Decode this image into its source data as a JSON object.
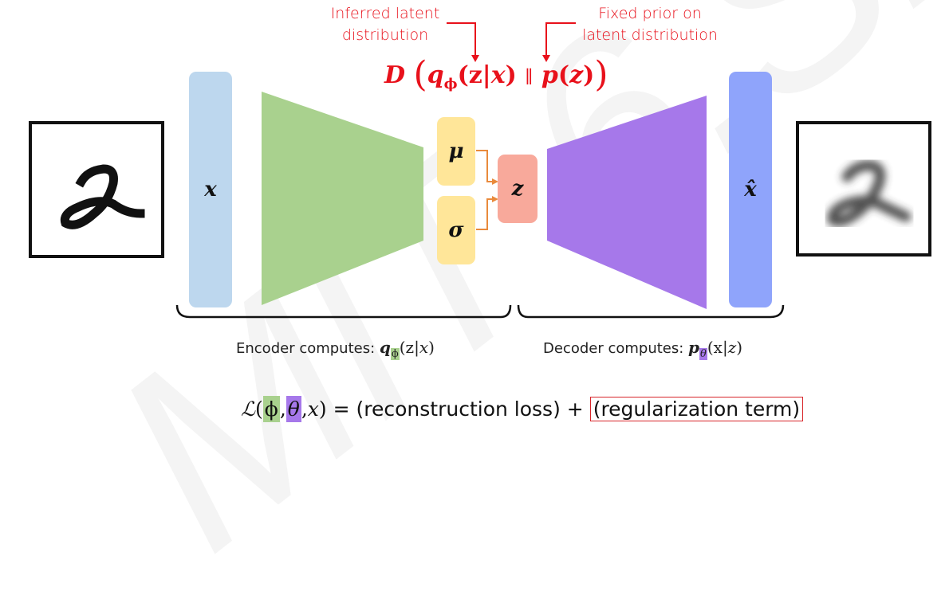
{
  "watermark": "MIT 6.S191",
  "annotations": {
    "inferred": [
      "Inferred latent",
      "distribution"
    ],
    "prior": [
      "Fixed prior on",
      "latent distribution"
    ]
  },
  "divergence": {
    "D": "D",
    "q": "q",
    "q_sub": "ϕ",
    "z_given_x_open": "(z|",
    "x": "x",
    "close": ")",
    "parallel": "∥",
    "p": "p",
    "pz_open": "(",
    "z": "z",
    "pz_close": ")"
  },
  "nodes": {
    "input": "x",
    "mu": "μ",
    "sigma": "σ",
    "latent": "z",
    "output": "x̂"
  },
  "colors": {
    "input_bar": "#bdd7ee",
    "encoder": "#a9d18e",
    "mu_sigma": "#ffe699",
    "latent": "#f8a99b",
    "decoder": "#a678ea",
    "output_bar": "#8fa4fb",
    "accent_red": "#e8111b",
    "arrow_orange": "#e98a3c"
  },
  "captions": {
    "encoder_prefix": "Encoder computes: ",
    "encoder_q": "q",
    "encoder_sub": "ϕ",
    "encoder_args_a": "(z|",
    "encoder_args_x": "x",
    "encoder_args_b": ")",
    "decoder_prefix": "Decoder computes: ",
    "decoder_p": "p",
    "decoder_sub": "θ",
    "decoder_args": "(x|",
    "decoder_z": "z",
    "decoder_close": ")"
  },
  "loss": {
    "L": "ℒ",
    "open": "(",
    "phi": "ϕ",
    "comma1": ",",
    "theta": "θ",
    "comma2": ",",
    "x": "x",
    "close": ")",
    "equals": " = ",
    "reconstruction": "(reconstruction loss)",
    "plus": " + ",
    "regularization": "(regularization term)"
  },
  "images": {
    "input_digit": "handwritten digit 2",
    "output_digit": "reconstructed blurry digit 2"
  }
}
